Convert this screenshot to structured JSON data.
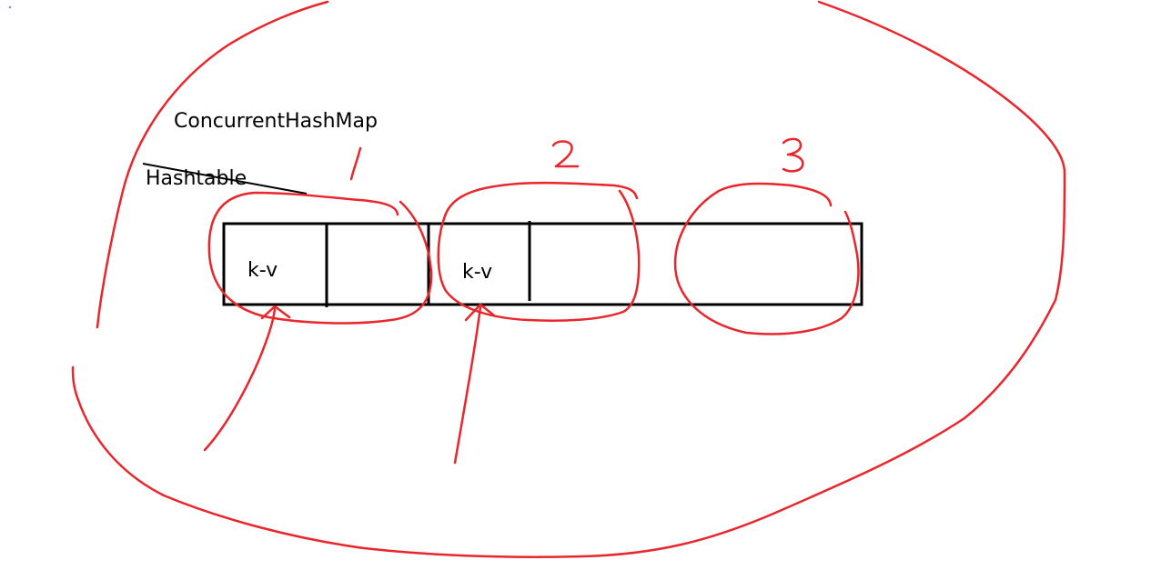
{
  "title_concurrent": "ConcurrentHashMap",
  "title_hashtable": "Hashtable",
  "cells": {
    "kv_1": "k-v",
    "kv_2": "k-v"
  },
  "segments": [
    "1",
    "2",
    "3"
  ],
  "colors": {
    "ink": "#000000",
    "annotation": "#e8262c",
    "background": "#ffffff"
  }
}
